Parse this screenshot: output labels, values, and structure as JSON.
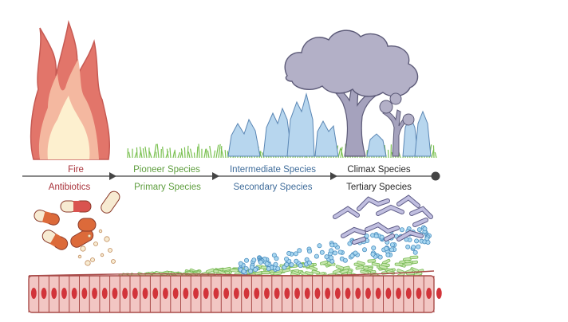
{
  "stages": [
    {
      "upper": "Fire",
      "lower": "Antibiotics"
    },
    {
      "upper": "Pioneer Species",
      "lower": "Primary Species"
    },
    {
      "upper": "Intermediate Species",
      "lower": "Secondary Species"
    },
    {
      "upper": "Climax Species",
      "lower": "Tertiary Species"
    }
  ],
  "colors": {
    "fire_label": "#a8323a",
    "pioneer_label": "#5e9e3e",
    "intermediate_label": "#3f6c9a",
    "climax_label": "#2a2a2a",
    "axis": "#444444",
    "flame_outer": "#e2756a",
    "flame_mid": "#f4b8a0",
    "flame_inner": "#fdf0cf",
    "grass": "#79c04f",
    "shrub": "#b7d6ee",
    "shrub_outline": "#5a86b4",
    "tree_canopy": "#b3b0c7",
    "tree_outline": "#5c5a78",
    "pill_orange": "#dc6a3a",
    "pill_cream": "#f7ebd2",
    "pill_red": "#d9534f",
    "rod_bacteria": "#9fd37a",
    "cocci_bacteria": "#a9d7f0",
    "filament_bacteria": "#b7b5d6",
    "epithelium": "#f2c6c3",
    "epithelium_outline": "#a84a48",
    "nucleus": "#d2343a"
  },
  "icons": [
    "flame-icon",
    "pill-icon",
    "grass-icon",
    "shrub-icon",
    "tree-icon",
    "bacteria-icon",
    "epithelial-cell-icon"
  ]
}
